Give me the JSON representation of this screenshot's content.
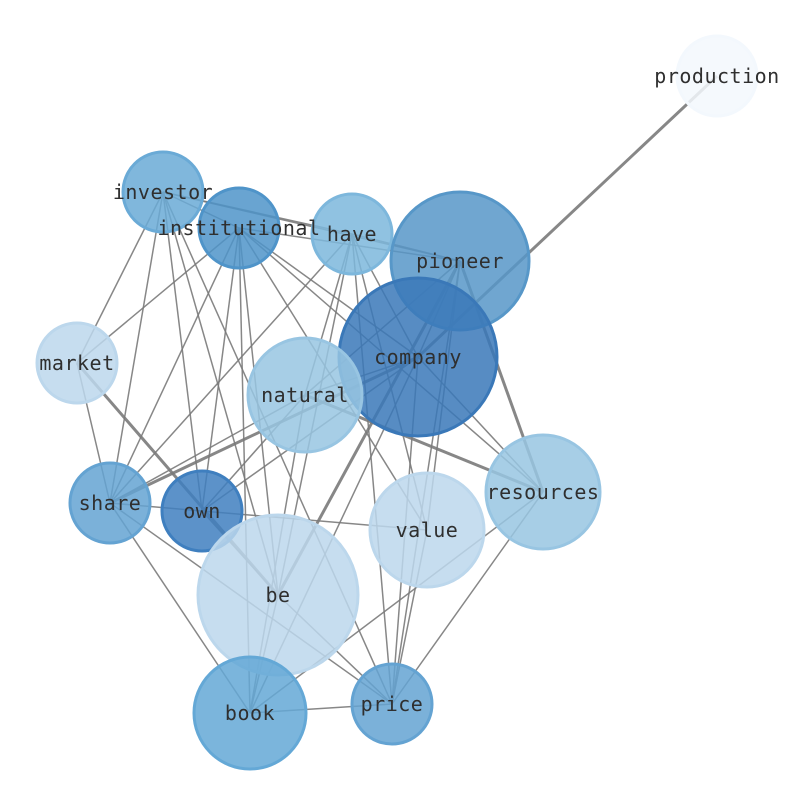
{
  "nodes": [
    {
      "id": "production",
      "label": "production",
      "color": "#f3f8fd"
    },
    {
      "id": "investor",
      "label": "investor",
      "color": "#6aaad6"
    },
    {
      "id": "institutional",
      "label": "institutional",
      "color": "#4f94c9"
    },
    {
      "id": "have",
      "label": "have",
      "color": "#7db7dc"
    },
    {
      "id": "pioneer",
      "label": "pioneer",
      "color": "#5797c8"
    },
    {
      "id": "market",
      "label": "market",
      "color": "#bcd7ec"
    },
    {
      "id": "company",
      "label": "company",
      "color": "#3a78b8"
    },
    {
      "id": "natural",
      "label": "natural",
      "color": "#98c5e2"
    },
    {
      "id": "share",
      "label": "share",
      "color": "#64a3d2"
    },
    {
      "id": "own",
      "label": "own",
      "color": "#3f7fbf"
    },
    {
      "id": "resources",
      "label": "resources",
      "color": "#98c5e2"
    },
    {
      "id": "value",
      "label": "value",
      "color": "#bcd7ec"
    },
    {
      "id": "be",
      "label": "be",
      "color": "#bcd7ec"
    },
    {
      "id": "book",
      "label": "book",
      "color": "#64a8d6"
    },
    {
      "id": "price",
      "label": "price",
      "color": "#64a3d2"
    }
  ],
  "edges": [
    {
      "source": "production",
      "target": "company",
      "weight": 2
    },
    {
      "source": "company",
      "target": "share",
      "weight": 2
    },
    {
      "source": "market",
      "target": "be",
      "weight": 2
    },
    {
      "source": "be",
      "target": "pioneer",
      "weight": 2
    },
    {
      "source": "natural",
      "target": "resources",
      "weight": 2
    },
    {
      "source": "pioneer",
      "target": "resources",
      "weight": 2
    },
    {
      "source": "investor",
      "target": "institutional",
      "weight": 1
    },
    {
      "source": "investor",
      "target": "have",
      "weight": 1
    },
    {
      "source": "investor",
      "target": "pioneer",
      "weight": 1
    },
    {
      "source": "investor",
      "target": "market",
      "weight": 1
    },
    {
      "source": "investor",
      "target": "share",
      "weight": 1
    },
    {
      "source": "investor",
      "target": "own",
      "weight": 1
    },
    {
      "source": "investor",
      "target": "be",
      "weight": 1
    },
    {
      "source": "investor",
      "target": "price",
      "weight": 1
    },
    {
      "source": "institutional",
      "target": "pioneer",
      "weight": 1
    },
    {
      "source": "institutional",
      "target": "company",
      "weight": 1
    },
    {
      "source": "institutional",
      "target": "market",
      "weight": 1
    },
    {
      "source": "institutional",
      "target": "share",
      "weight": 1
    },
    {
      "source": "institutional",
      "target": "own",
      "weight": 1
    },
    {
      "source": "institutional",
      "target": "be",
      "weight": 1
    },
    {
      "source": "institutional",
      "target": "book",
      "weight": 1
    },
    {
      "source": "institutional",
      "target": "resources",
      "weight": 1
    },
    {
      "source": "institutional",
      "target": "value",
      "weight": 1
    },
    {
      "source": "have",
      "target": "pioneer",
      "weight": 1
    },
    {
      "source": "have",
      "target": "company",
      "weight": 1
    },
    {
      "source": "have",
      "target": "natural",
      "weight": 1
    },
    {
      "source": "have",
      "target": "share",
      "weight": 1
    },
    {
      "source": "have",
      "target": "be",
      "weight": 1
    },
    {
      "source": "have",
      "target": "value",
      "weight": 1
    },
    {
      "source": "have",
      "target": "price",
      "weight": 1
    },
    {
      "source": "pioneer",
      "target": "company",
      "weight": 1
    },
    {
      "source": "pioneer",
      "target": "natural",
      "weight": 1
    },
    {
      "source": "pioneer",
      "target": "price",
      "weight": 1
    },
    {
      "source": "pioneer",
      "target": "value",
      "weight": 1
    },
    {
      "source": "company",
      "target": "resources",
      "weight": 1
    },
    {
      "source": "company",
      "target": "own",
      "weight": 1
    },
    {
      "source": "company",
      "target": "book",
      "weight": 1
    },
    {
      "source": "company",
      "target": "price",
      "weight": 1
    },
    {
      "source": "company",
      "target": "natural",
      "weight": 1
    },
    {
      "source": "market",
      "target": "share",
      "weight": 1
    },
    {
      "source": "natural",
      "target": "share",
      "weight": 1
    },
    {
      "source": "natural",
      "target": "book",
      "weight": 1
    },
    {
      "source": "natural",
      "target": "own",
      "weight": 1
    },
    {
      "source": "share",
      "target": "own",
      "weight": 1
    },
    {
      "source": "share",
      "target": "book",
      "weight": 1
    },
    {
      "source": "share",
      "target": "price",
      "weight": 1
    },
    {
      "source": "own",
      "target": "value",
      "weight": 1
    },
    {
      "source": "own",
      "target": "be",
      "weight": 1
    },
    {
      "source": "resources",
      "target": "book",
      "weight": 1
    },
    {
      "source": "resources",
      "target": "price",
      "weight": 1
    },
    {
      "source": "value",
      "target": "price",
      "weight": 1
    },
    {
      "source": "be",
      "target": "book",
      "weight": 1
    },
    {
      "source": "be",
      "target": "price",
      "weight": 1
    },
    {
      "source": "book",
      "target": "price",
      "weight": 1
    }
  ]
}
